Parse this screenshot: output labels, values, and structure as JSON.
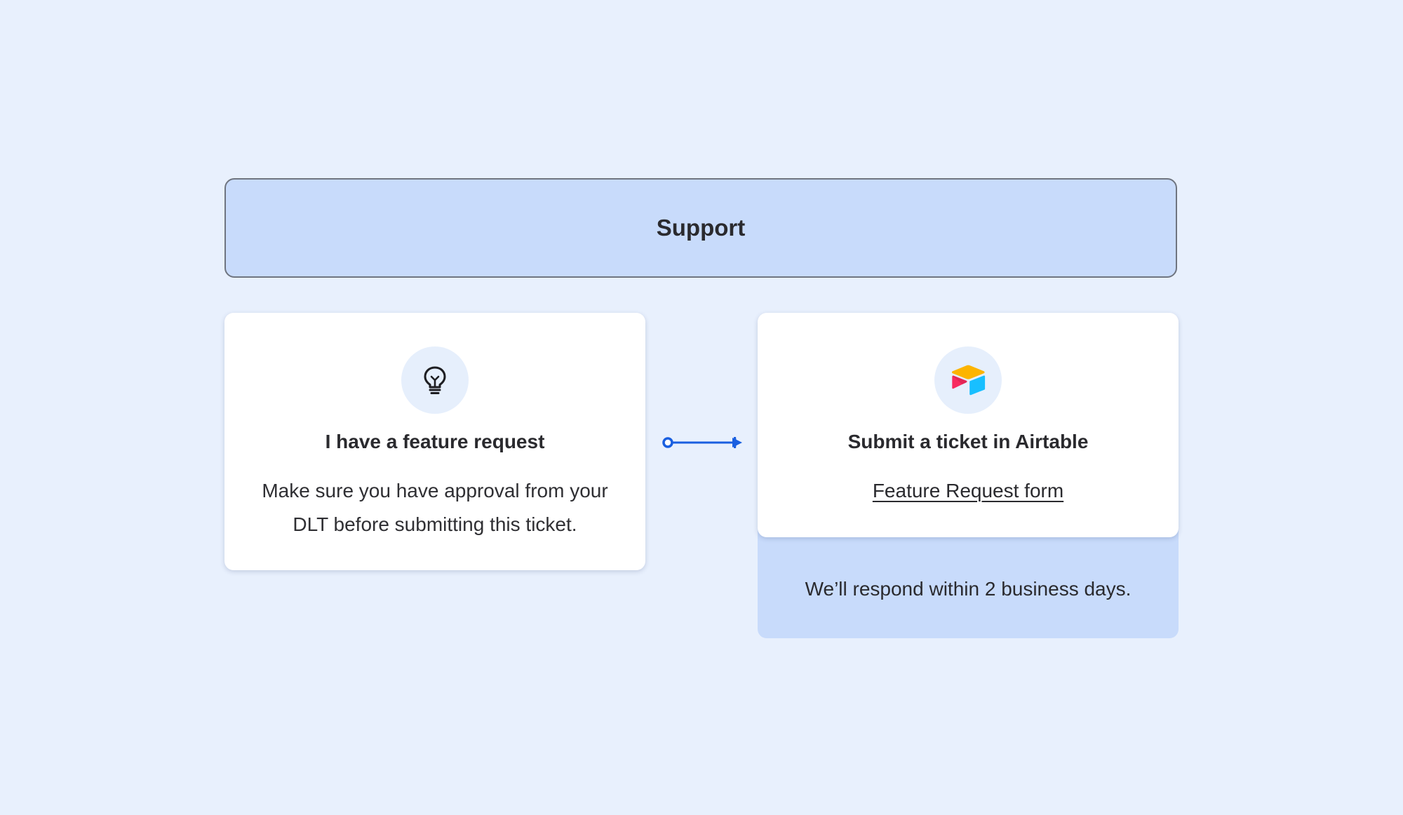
{
  "header": {
    "title": "Support"
  },
  "left_card": {
    "icon": "lightbulb-icon",
    "title": "I have a feature request",
    "body": "Make sure you have approval from your DLT before submitting this ticket."
  },
  "right_card": {
    "icon": "airtable-logo-icon",
    "title": "Submit a ticket in Airtable",
    "link_label": "Feature Request form"
  },
  "footer_note": "We’ll respond within 2 business days.",
  "colors": {
    "background": "#e8f0fd",
    "header_fill": "#c8dbfb",
    "connector": "#1a5fe0",
    "airtable_yellow": "#fcb400",
    "airtable_red": "#f82b60",
    "airtable_blue": "#18bfff"
  }
}
